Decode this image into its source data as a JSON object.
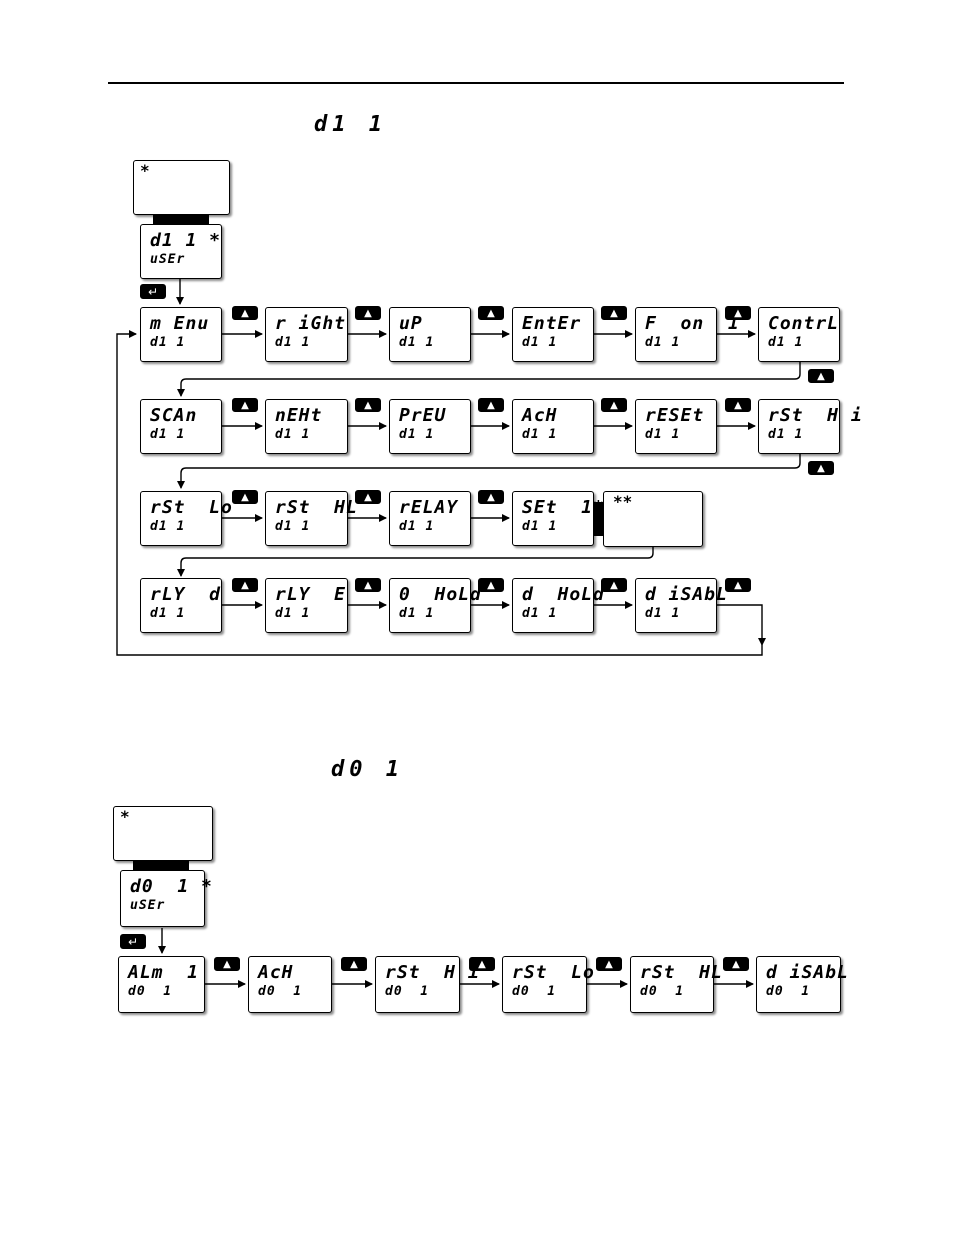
{
  "headings": {
    "di": "d1 1",
    "do": "d0 1"
  },
  "symbols": {
    "single_star": "*",
    "double_star": "**",
    "enter_glyph": "↵",
    "up_glyph": "▲"
  },
  "section_di": {
    "entry": {
      "line1": "d1 1 *",
      "line2": "uSEr"
    },
    "rows": [
      [
        {
          "line1": "m Enu",
          "line2": "d1 1"
        },
        {
          "line1": "r iGht",
          "line2": "d1 1"
        },
        {
          "line1": "uP",
          "line2": "d1 1"
        },
        {
          "line1": "EntEr",
          "line2": "d1 1"
        },
        {
          "line1": "F  on  1",
          "line2": "d1 1"
        },
        {
          "line1": "ContrL",
          "line2": "d1 1"
        }
      ],
      [
        {
          "line1": "SCAn",
          "line2": "d1 1"
        },
        {
          "line1": "nEHt",
          "line2": "d1 1"
        },
        {
          "line1": "PrEU",
          "line2": "d1 1"
        },
        {
          "line1": "AcH",
          "line2": "d1 1"
        },
        {
          "line1": "rESEt",
          "line2": "d1 1"
        },
        {
          "line1": "rSt  H i",
          "line2": "d1 1"
        }
      ],
      [
        {
          "line1": "rSt  Lo",
          "line2": "d1 1"
        },
        {
          "line1": "rSt  HL",
          "line2": "d1 1"
        },
        {
          "line1": "rELAY",
          "line2": "d1 1"
        },
        {
          "line1": "SEt  1**",
          "line2": "d1 1"
        }
      ],
      [
        {
          "line1": "rLY  d",
          "line2": "d1 1"
        },
        {
          "line1": "rLY  E",
          "line2": "d1 1"
        },
        {
          "line1": "0  HoLd",
          "line2": "d1 1"
        },
        {
          "line1": "d  HoLd",
          "line2": "d1 1"
        },
        {
          "line1": "d iSAbL",
          "line2": "d1 1"
        }
      ]
    ]
  },
  "section_do": {
    "entry": {
      "line1": "d0  1 *",
      "line2": "uSEr"
    },
    "row": [
      {
        "line1": "ALm  1",
        "line2": "d0  1"
      },
      {
        "line1": "AcH",
        "line2": "d0  1"
      },
      {
        "line1": "rSt  H i",
        "line2": "d0  1"
      },
      {
        "line1": "rSt  Lo",
        "line2": "d0  1"
      },
      {
        "line1": "rSt  HL",
        "line2": "d0  1"
      },
      {
        "line1": "d iSAbL",
        "line2": "d0  1"
      }
    ]
  }
}
